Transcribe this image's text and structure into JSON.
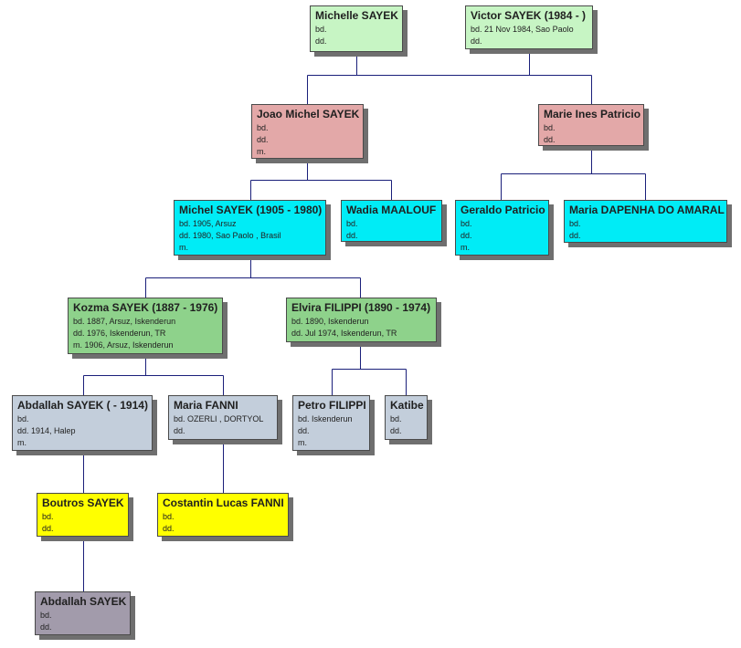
{
  "colors": {
    "green_light": "#c7f5c4",
    "pink": "#e3a8a8",
    "cyan": "#00ecf6",
    "green_mid": "#8ed28b",
    "gray_blue": "#c3cedb",
    "yellow": "#ffff00",
    "purple_gray": "#a29bab",
    "line": "#1a1f7a"
  },
  "people": [
    {
      "id": "michelle",
      "name": "Michelle SAYEK",
      "color": "green_light",
      "lines": [
        "bd.",
        "dd."
      ]
    },
    {
      "id": "victor",
      "name": "Victor SAYEK (1984 - )",
      "color": "green_light",
      "lines": [
        "bd. 21 Nov 1984, Sao Paolo",
        "dd."
      ]
    },
    {
      "id": "joao",
      "name": "Joao Michel SAYEK",
      "color": "pink",
      "lines": [
        "bd.",
        "dd.",
        "m."
      ]
    },
    {
      "id": "marie",
      "name": "Marie Ines Patricio",
      "color": "pink",
      "lines": [
        "bd.",
        "dd."
      ]
    },
    {
      "id": "michel",
      "name": "Michel SAYEK (1905 - 1980)",
      "color": "cyan",
      "lines": [
        "bd. 1905, Arsuz",
        "dd. 1980, Sao Paolo , Brasil",
        "m."
      ]
    },
    {
      "id": "wadia",
      "name": "Wadia MAALOUF",
      "color": "cyan",
      "lines": [
        "bd.",
        "dd."
      ]
    },
    {
      "id": "geraldo",
      "name": "Geraldo Patricio",
      "color": "cyan",
      "lines": [
        "bd.",
        "dd.",
        "m."
      ]
    },
    {
      "id": "maria_dapenha",
      "name": "Maria DAPENHA DO AMARAL",
      "color": "cyan",
      "lines": [
        "bd.",
        "dd."
      ]
    },
    {
      "id": "kozma",
      "name": "Kozma SAYEK (1887 - 1976)",
      "color": "green_mid",
      "lines": [
        "bd. 1887, Arsuz, Iskenderun",
        "dd. 1976, Iskenderun, TR",
        "m. 1906, Arsuz, Iskenderun"
      ]
    },
    {
      "id": "elvira",
      "name": "Elvira FILIPPI (1890 - 1974)",
      "color": "green_mid",
      "lines": [
        "bd. 1890, Iskenderun",
        "dd. Jul 1974, Iskenderun, TR"
      ]
    },
    {
      "id": "abdallah1",
      "name": "Abdallah SAYEK ( - 1914)",
      "color": "gray_blue",
      "lines": [
        "bd.",
        "dd. 1914, Halep",
        "m."
      ]
    },
    {
      "id": "maria_fanni",
      "name": "Maria FANNI",
      "color": "gray_blue",
      "lines": [
        "bd. OZERLI , DORTYOL",
        "dd."
      ]
    },
    {
      "id": "petro",
      "name": "Petro FILIPPI",
      "color": "gray_blue",
      "lines": [
        "bd. Iskenderun",
        "dd.",
        "m."
      ]
    },
    {
      "id": "katibe",
      "name": "Katibe",
      "color": "gray_blue",
      "lines": [
        "bd.",
        "dd."
      ]
    },
    {
      "id": "boutros",
      "name": "Boutros SAYEK",
      "color": "yellow",
      "lines": [
        "bd.",
        "dd."
      ]
    },
    {
      "id": "costantin",
      "name": "Costantin Lucas FANNI",
      "color": "yellow",
      "lines": [
        "bd.",
        "dd."
      ]
    },
    {
      "id": "abdallah2",
      "name": "Abdallah SAYEK",
      "color": "purple_gray",
      "lines": [
        "bd.",
        "dd."
      ]
    }
  ]
}
